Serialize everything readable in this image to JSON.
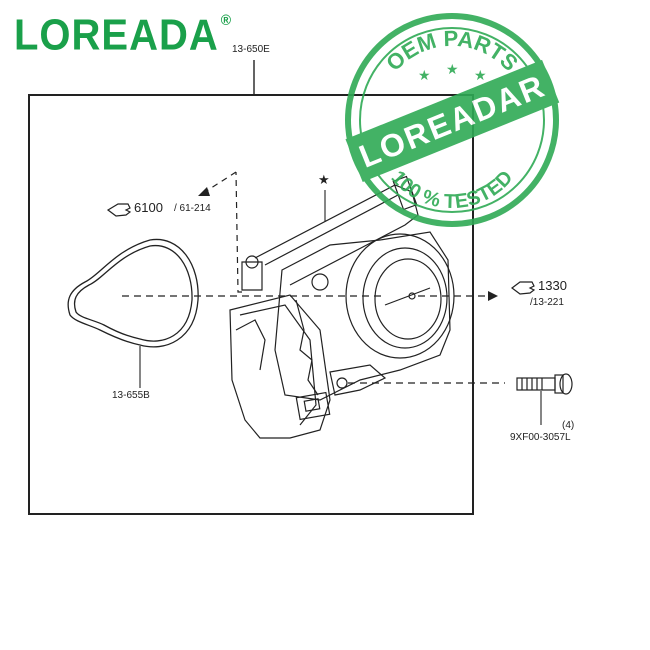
{
  "brand": {
    "name": "LOREADA",
    "registered": "®",
    "color": "#1aa04a"
  },
  "stamp": {
    "top_text": "OEM PARTS",
    "middle_text": "LOREADAR",
    "bottom_text": "100 % TESTED",
    "color": "#2faa55"
  },
  "diagram": {
    "assembly_code": "13-650E",
    "gasket_code": "13-655B",
    "ref_6100_main": "6100",
    "ref_6100_sub": "/ 61-214",
    "ref_1330_main": "1330",
    "ref_1330_sub": "/13-221",
    "bolt_qty": "(4)",
    "bolt_code": "9XF00-3057L",
    "star": "★"
  }
}
